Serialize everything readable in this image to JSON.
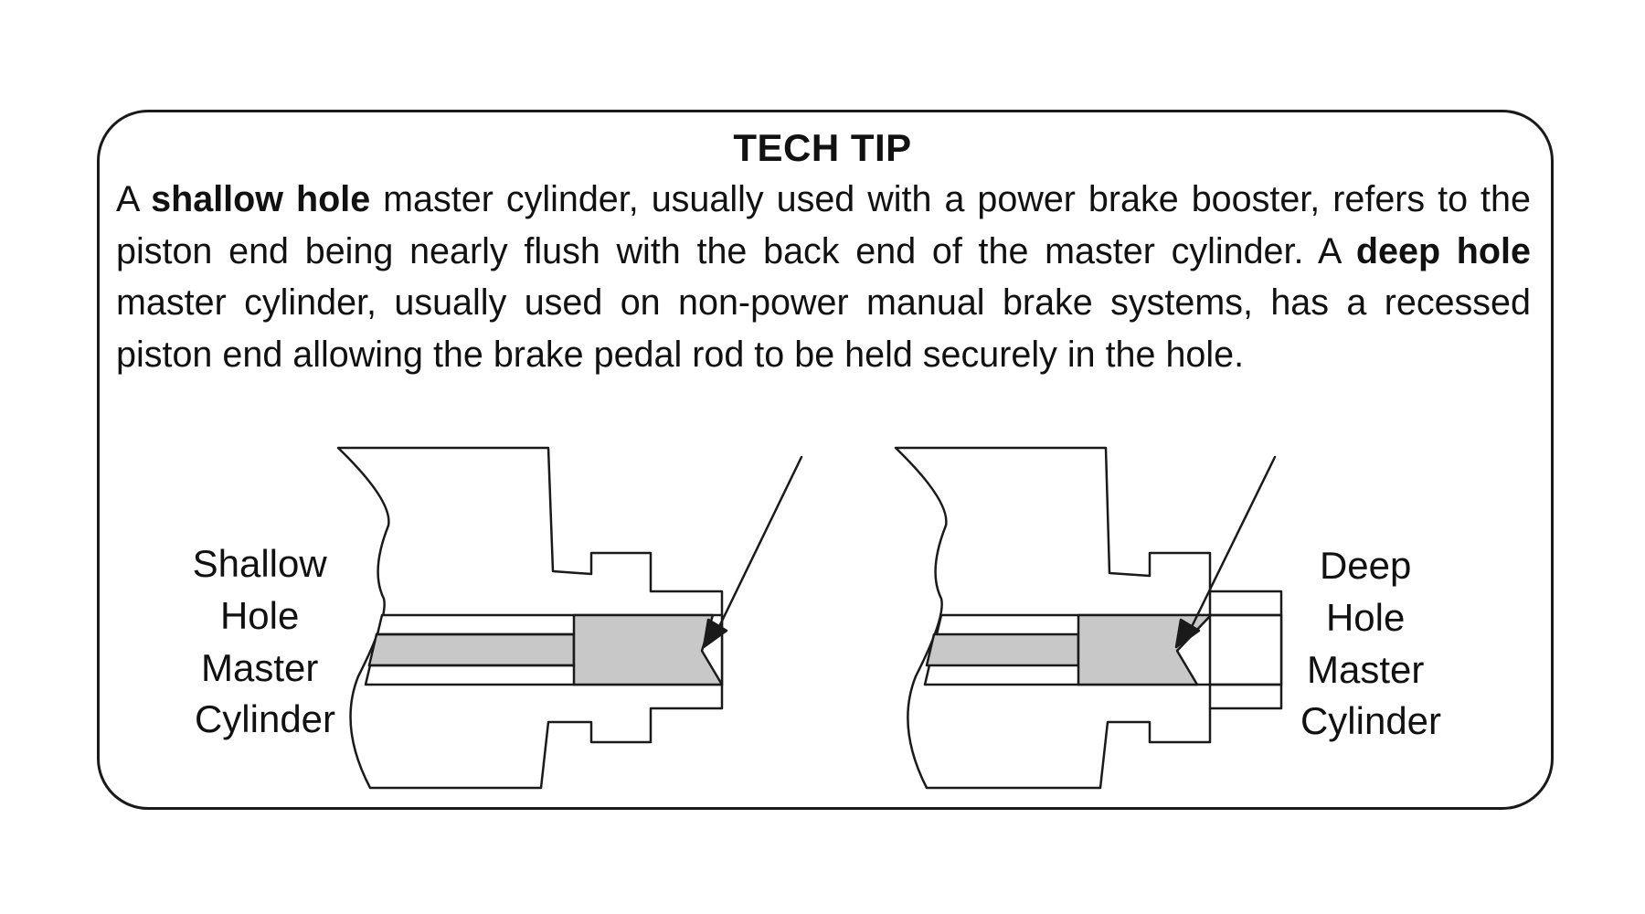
{
  "tech_tip": {
    "title": "TECH TIP",
    "body": [
      {
        "text": "A ",
        "bold": false
      },
      {
        "text": "shallow hole",
        "bold": true
      },
      {
        "text": " master cylinder, usually used with a power brake booster, refers to the piston end being nearly flush with the back end of the master cylinder. A ",
        "bold": false
      },
      {
        "text": "deep hole",
        "bold": true
      },
      {
        "text": " master cylinder, usually used on non-power manual brake systems, has a recessed piston end allowing the brake pedal rod to be held securely in the hole.",
        "bold": false
      }
    ]
  },
  "diagrams": {
    "shallow": {
      "label_lines": [
        "Shallow",
        "Hole",
        "Master",
        "Cylinder"
      ]
    },
    "deep": {
      "label_lines": [
        "Deep",
        "Hole",
        "Master",
        "Cylinder"
      ]
    }
  },
  "colors": {
    "outline": "#1a1a1a",
    "piston_fill": "#c8c8c8",
    "background": "#ffffff"
  }
}
